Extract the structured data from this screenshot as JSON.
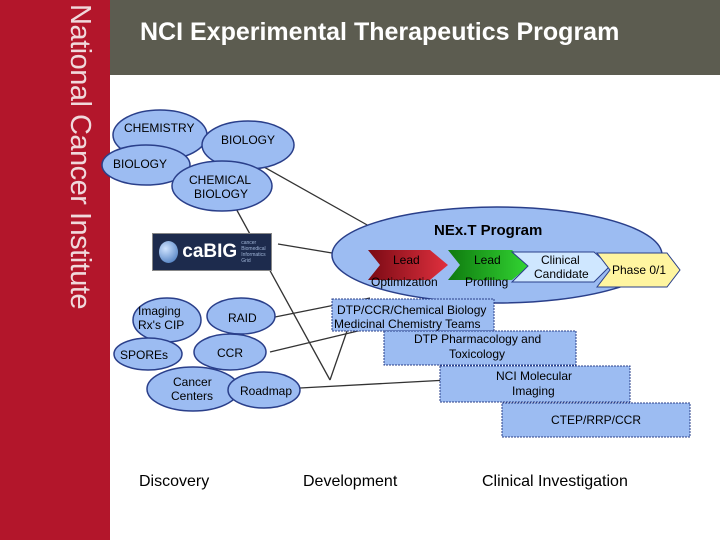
{
  "sidebar": {
    "org_name": "National Cancer Institute"
  },
  "header": {
    "title": "NCI Experimental Therapeutics Program"
  },
  "ellipses": {
    "chemistry": "CHEMISTRY",
    "biology_top": "BIOLOGY",
    "biology_left": "BIOLOGY",
    "chemical_biology_1": "CHEMICAL",
    "chemical_biology_2": "BIOLOGY",
    "imaging_1": "Imaging",
    "imaging_2": "Rx's CIP",
    "raid": "RAID",
    "spores": "SPOREs",
    "ccr": "CCR",
    "cancer_centers_1": "Cancer",
    "cancer_centers_2": "Centers",
    "roadmap": "Roadmap"
  },
  "logo": {
    "text": "caBIG",
    "tagline": "cancer Biomedical Informatics Grid"
  },
  "next": {
    "title": "NEx.T Program",
    "stages": [
      {
        "line1": "Lead",
        "line2": "Optimization"
      },
      {
        "line1": "Lead",
        "line2": "Profiling"
      },
      {
        "line1": "Clinical",
        "line2": "Candidate"
      },
      {
        "line1": "Phase 0/1"
      }
    ]
  },
  "resources": {
    "dtp_1": "DTP/CCR/Chemical Biology",
    "dtp_2": "Medicinal Chemistry Teams",
    "pharm_1": "DTP Pharmacology and",
    "pharm_2": "Toxicology",
    "imaging_1": "NCI Molecular",
    "imaging_2": "Imaging",
    "ctep": "CTEP/RRP/CCR"
  },
  "phases": [
    "Discovery",
    "Development",
    "Clinical Investigation"
  ],
  "colors": {
    "ellipse_fill": "#9cbcf2",
    "ellipse_stroke": "#2a3f8a",
    "lead_red": "#c8102e",
    "lead_green": "#1db11d",
    "yellow": "#fff5a0",
    "sidebar_red": "#b3162b",
    "header_gray": "#5c5c50"
  }
}
